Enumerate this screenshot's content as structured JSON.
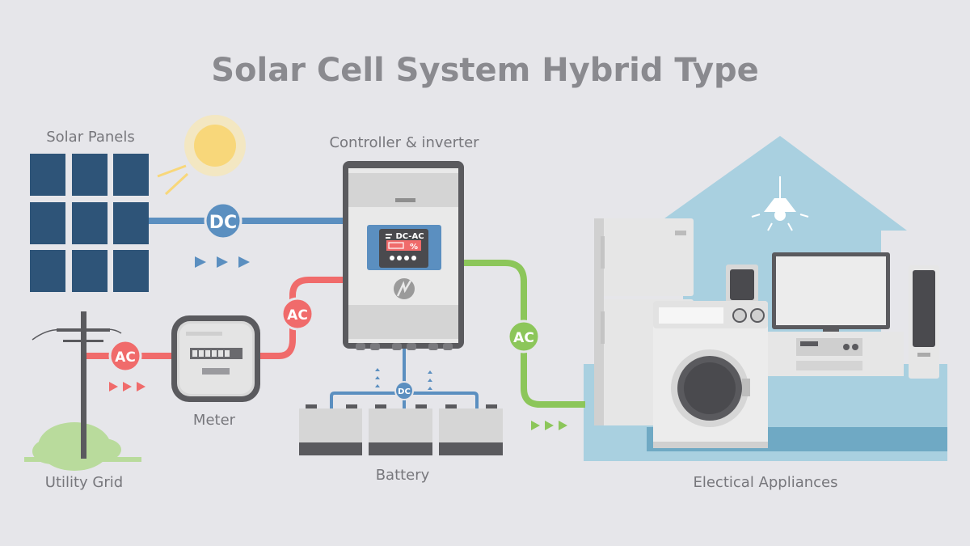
{
  "title": "Solar Cell System Hybrid Type",
  "labels": {
    "solar_panels": "Solar Panels",
    "controller": "Controller & inverter",
    "meter": "Meter",
    "utility_grid": "Utility Grid",
    "battery": "Battery",
    "appliances": "Electical Appliances"
  },
  "badges": {
    "dc_solar": "DC",
    "ac_grid": "AC",
    "ac_meter": "AC",
    "ac_out": "AC",
    "dc_battery": "DC"
  },
  "display": {
    "mode": "DC-AC",
    "percent": "%"
  },
  "colors": {
    "dc": "#5b8fc0",
    "ac_in": "#f06b6b",
    "ac_out": "#8cc65a",
    "panel": "#2e5478",
    "house": "#a9d0e0"
  }
}
